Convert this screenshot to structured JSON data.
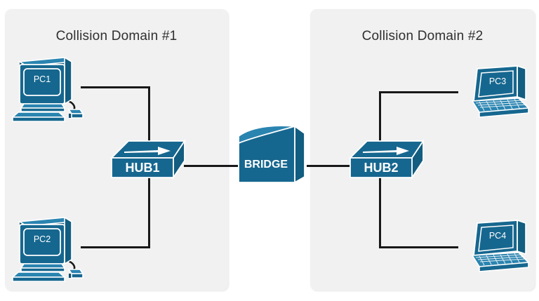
{
  "diagram": {
    "title_hidden": "",
    "colors": {
      "panel_bg": "#f1f1f1",
      "device_blue": "#16678f",
      "device_blue_dark": "#0d4f70",
      "device_blue_light": "#2a84b0",
      "wire": "#181818",
      "label_text": "#ffffff",
      "title_text": "#2f2f2f",
      "page_bg": "#ffffff"
    }
  },
  "domains": [
    {
      "id": "domain-1",
      "title": "Collision Domain #1"
    },
    {
      "id": "domain-2",
      "title": "Collision Domain #2"
    }
  ],
  "devices": {
    "pc1": {
      "label": "PC1",
      "type": "desktop-computer"
    },
    "pc2": {
      "label": "PC2",
      "type": "desktop-computer"
    },
    "pc3": {
      "label": "PC3",
      "type": "laptop-computer"
    },
    "pc4": {
      "label": "PC4",
      "type": "laptop-computer"
    },
    "hub1": {
      "label": "HUB1",
      "type": "hub"
    },
    "hub2": {
      "label": "HUB2",
      "type": "hub"
    },
    "bridge": {
      "label": "BRIDGE",
      "type": "bridge"
    }
  },
  "links": [
    {
      "from": "pc1",
      "to": "hub1"
    },
    {
      "from": "pc2",
      "to": "hub1"
    },
    {
      "from": "hub1",
      "to": "bridge"
    },
    {
      "from": "bridge",
      "to": "hub2"
    },
    {
      "from": "hub2",
      "to": "pc3"
    },
    {
      "from": "hub2",
      "to": "pc4"
    }
  ]
}
